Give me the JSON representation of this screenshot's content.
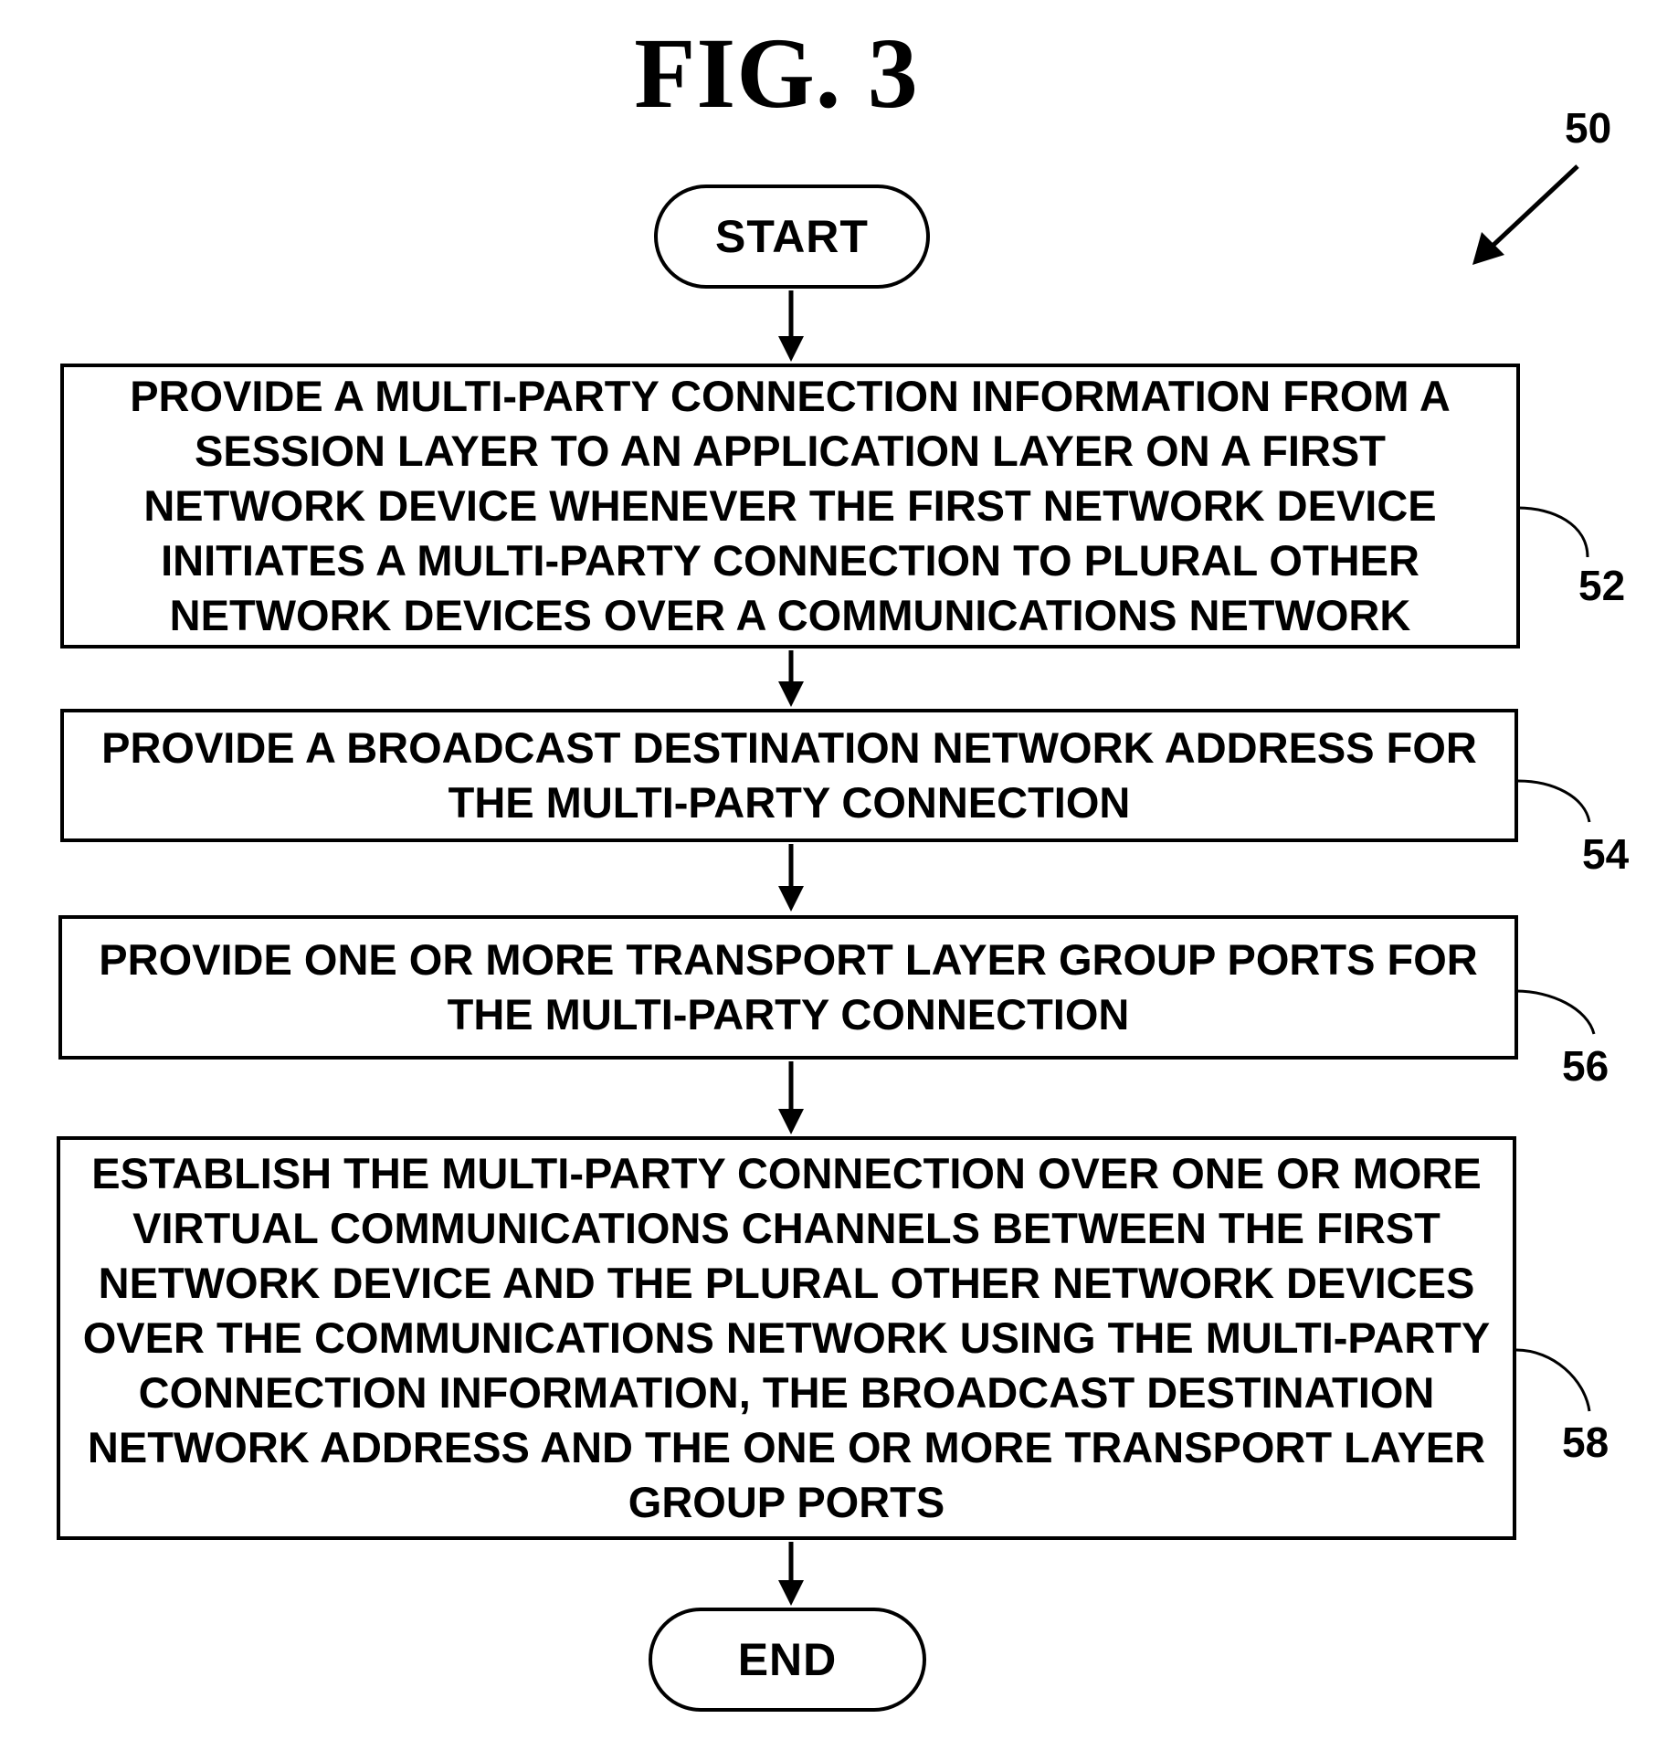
{
  "figure": {
    "title": "FIG. 3",
    "reference": "50"
  },
  "flowchart": {
    "start_label": "START",
    "end_label": "END",
    "steps": [
      {
        "ref": "52",
        "text": "PROVIDE A MULTI-PARTY CONNECTION INFORMATION FROM A SESSION LAYER TO AN APPLICATION LAYER ON A FIRST NETWORK DEVICE WHENEVER THE FIRST NETWORK DEVICE INITIATES A MULTI-PARTY CONNECTION TO PLURAL OTHER NETWORK DEVICES OVER A COMMUNICATIONS NETWORK"
      },
      {
        "ref": "54",
        "text": "PROVIDE A BROADCAST DESTINATION NETWORK ADDRESS FOR THE MULTI-PARTY CONNECTION"
      },
      {
        "ref": "56",
        "text": "PROVIDE ONE OR MORE TRANSPORT LAYER GROUP PORTS FOR THE MULTI-PARTY CONNECTION"
      },
      {
        "ref": "58",
        "text": "ESTABLISH THE MULTI-PARTY CONNECTION OVER ONE OR MORE VIRTUAL COMMUNICATIONS CHANNELS BETWEEN THE FIRST NETWORK DEVICE AND THE PLURAL OTHER NETWORK DEVICES OVER THE COMMUNICATIONS NETWORK USING THE MULTI-PARTY CONNECTION INFORMATION, THE BROADCAST DESTINATION NETWORK ADDRESS AND THE ONE OR MORE TRANSPORT LAYER GROUP PORTS"
      }
    ]
  }
}
